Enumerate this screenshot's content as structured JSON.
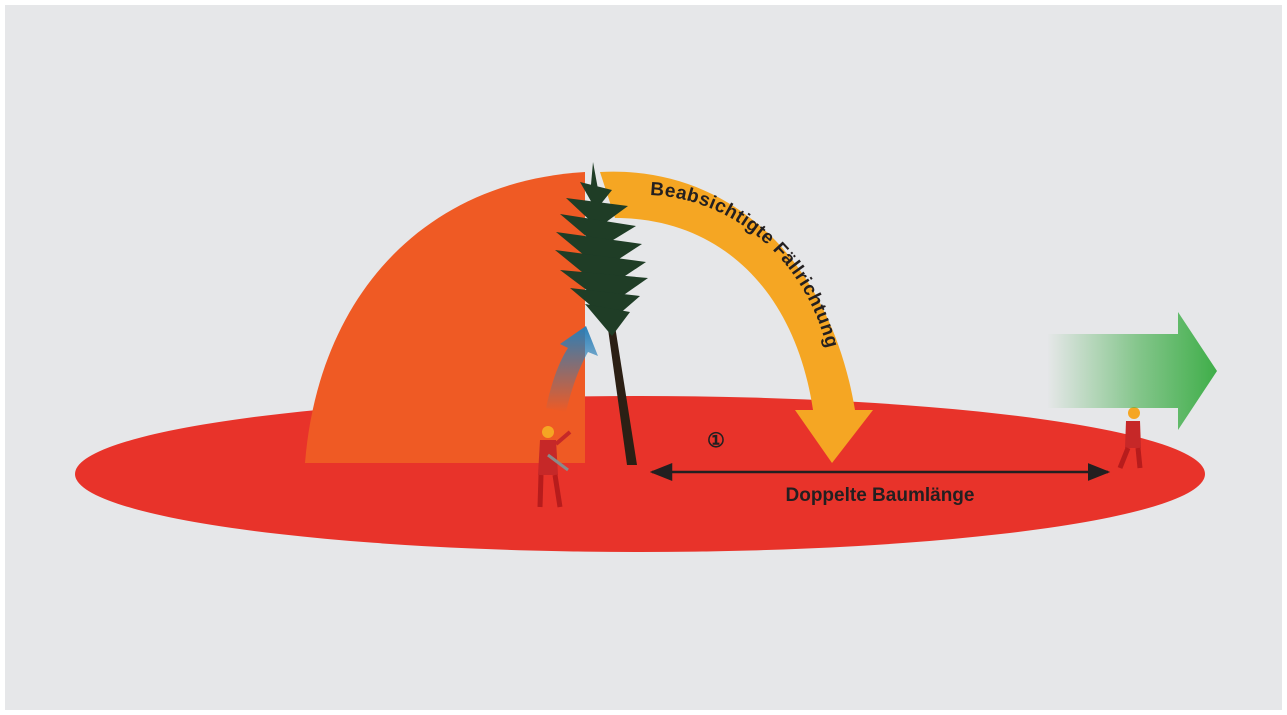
{
  "diagram": {
    "arc_label": "Beabsichtigte Fällrichtung",
    "marker": "①",
    "distance_label": "Doppelte Baumlänge"
  },
  "colors": {
    "background": "#e6e7e9",
    "danger_zone": "#e8332a",
    "dome": "#ef5a24",
    "fall_arrow": "#f5a623",
    "escape_arrow": "#3fae49",
    "retreat_arrow": "#2a7fb8",
    "tree": "#1f3d26",
    "text": "#231f20"
  },
  "icons": [
    "tree-icon",
    "feller-person-icon",
    "observer-person-icon",
    "retreat-arrow-icon",
    "escape-arrow-icon",
    "double-headed-arrow-icon"
  ]
}
